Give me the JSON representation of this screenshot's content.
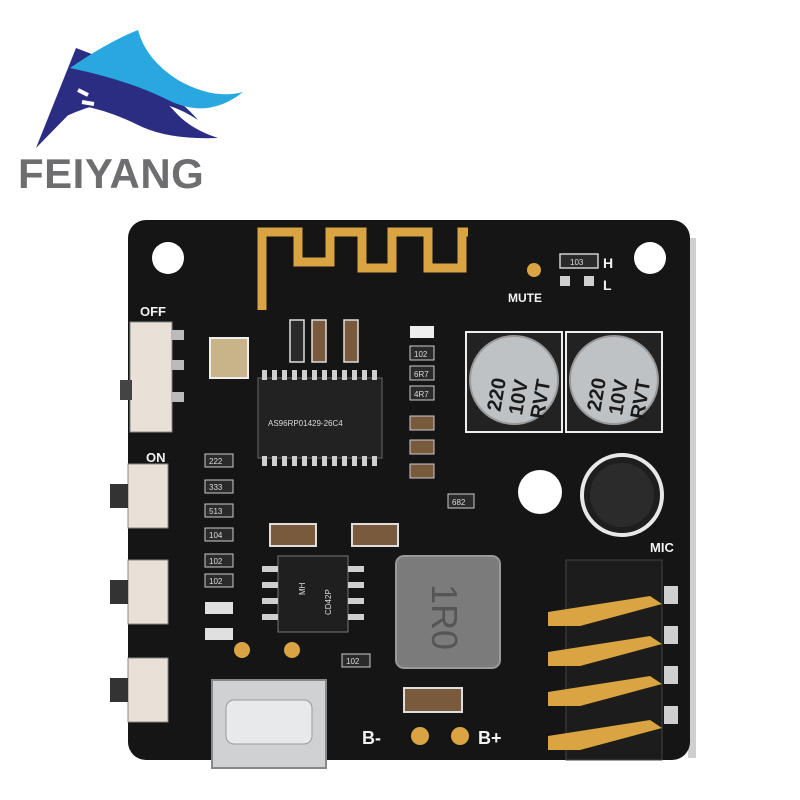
{
  "brand": {
    "name": "FEIYANG",
    "colors": {
      "navy": "#2b2d83",
      "sky": "#29a8e0",
      "gray": "#6e6e70"
    }
  },
  "board": {
    "colors": {
      "pcb": "#151515",
      "gold": "#d9a441",
      "silk": "#f2f2f2"
    },
    "labels": {
      "mute": "MUTE",
      "off": "OFF",
      "on": "ON",
      "mic": "MIC",
      "b_minus": "B-",
      "b_plus": "B+",
      "h": "H",
      "l": "L",
      "chip_main": "AS96RP01429-26C4",
      "chip_small_line1": "MH",
      "chip_small_line2": "CD42P",
      "inductor": "1R0",
      "res_103": "103",
      "res_102a": "102",
      "res_6r7": "6R7",
      "res_4r7": "4R7",
      "res_682": "682",
      "res_222": "222",
      "res_333": "333",
      "res_513": "513",
      "res_104": "104",
      "res_102b": "102",
      "res_102c": "102",
      "res_102d": "102"
    },
    "capacitors": [
      {
        "line1": "220",
        "line2": "10V",
        "line3": "RVT"
      },
      {
        "line1": "220",
        "line2": "10V",
        "line3": "RVT"
      }
    ]
  }
}
